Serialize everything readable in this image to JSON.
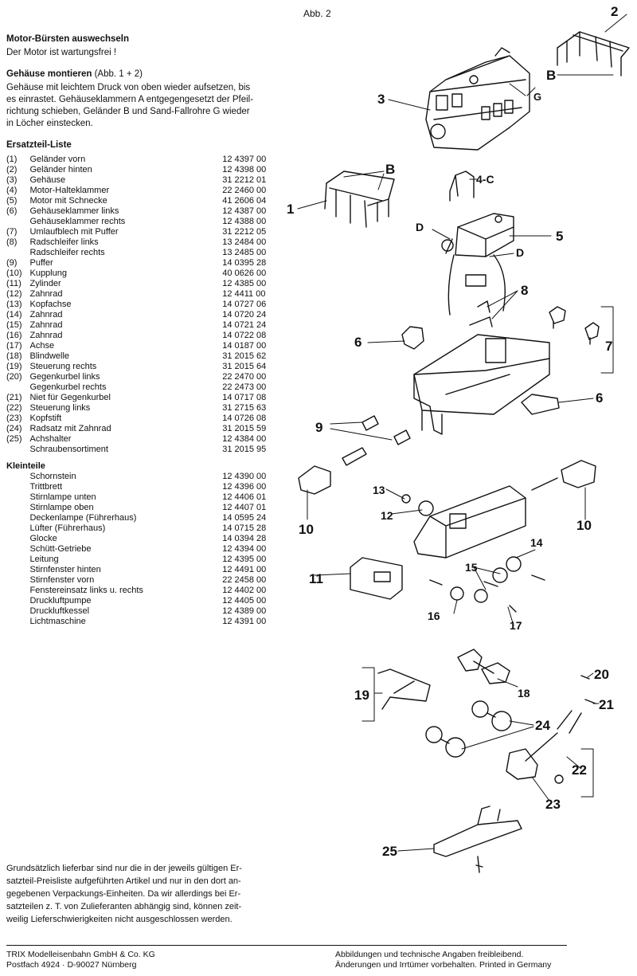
{
  "page": {
    "figure_label": "Abb. 2"
  },
  "sections": {
    "brushes": {
      "title": "Motor-Bürsten auswechseln",
      "text": "Der Motor ist wartungsfrei !"
    },
    "housing": {
      "title": "Gehäuse montieren",
      "title_suffix": " (Abb. 1 + 2)",
      "lines": [
        "Gehäuse mit leichtem Druck von oben wieder aufsetzen, bis",
        "es einrastet. Gehäuseklammern A entgegengesetzt der Pfeil-",
        "richtung schieben, Geländer B und Sand-Fallrohre G wieder",
        "in Löcher einstecken."
      ]
    },
    "parts": {
      "title": "Ersatzteil-Liste",
      "items": [
        {
          "num": "(1)",
          "name": "Geländer vorn",
          "code": "12 4397 00"
        },
        {
          "num": "(2)",
          "name": "Geländer hinten",
          "code": "12 4398 00"
        },
        {
          "num": "(3)",
          "name": "Gehäuse",
          "code": "31 2212 01"
        },
        {
          "num": "(4)",
          "name": "Motor-Halteklammer",
          "code": "22 2460 00"
        },
        {
          "num": "(5)",
          "name": "Motor mit Schnecke",
          "code": "41 2606 04"
        },
        {
          "num": "(6)",
          "name": "Gehäuseklammer links",
          "code": "12 4387 00"
        },
        {
          "num": "",
          "name": "Gehäuseklammer rechts",
          "code": "12 4388 00"
        },
        {
          "num": "(7)",
          "name": "Umlaufblech mit Puffer",
          "code": "31 2212 05"
        },
        {
          "num": "(8)",
          "name": "Radschleifer links",
          "code": "13 2484 00"
        },
        {
          "num": "",
          "name": "Radschleifer rechts",
          "code": "13 2485 00"
        },
        {
          "num": "(9)",
          "name": "Puffer",
          "code": "14 0395 28"
        },
        {
          "num": "(10)",
          "name": "Kupplung",
          "code": "40 0626 00"
        },
        {
          "num": "(11)",
          "name": "Zylinder",
          "code": "12 4385 00"
        },
        {
          "num": "(12)",
          "name": "Zahnrad",
          "code": "12 4411 00"
        },
        {
          "num": "(13)",
          "name": "Kopfachse",
          "code": "14 0727 06"
        },
        {
          "num": "(14)",
          "name": "Zahnrad",
          "code": "14 0720 24"
        },
        {
          "num": "(15)",
          "name": "Zahnrad",
          "code": "14 0721 24"
        },
        {
          "num": "(16)",
          "name": "Zahnrad",
          "code": "14 0722 08"
        },
        {
          "num": "(17)",
          "name": "Achse",
          "code": "14 0187 00"
        },
        {
          "num": "(18)",
          "name": "Blindwelle",
          "code": "31 2015 62"
        },
        {
          "num": "(19)",
          "name": "Steuerung rechts",
          "code": "31 2015 64"
        },
        {
          "num": "(20)",
          "name": "Gegenkurbel links",
          "code": "22 2470 00"
        },
        {
          "num": "",
          "name": "Gegenkurbel rechts",
          "code": "22 2473 00"
        },
        {
          "num": "(21)",
          "name": "Niet für Gegenkurbel",
          "code": "14 0717 08"
        },
        {
          "num": "(22)",
          "name": "Steuerung links",
          "code": "31 2715 63"
        },
        {
          "num": "(23)",
          "name": "Kopfstift",
          "code": "14 0726 08"
        },
        {
          "num": "(24)",
          "name": "Radsatz mit Zahnrad",
          "code": "31 2015 59"
        },
        {
          "num": "(25)",
          "name": "Achshalter",
          "code": "12 4384 00"
        },
        {
          "num": "",
          "name": "Schraubensortiment",
          "code": "31 2015 95"
        }
      ]
    },
    "small_parts": {
      "title": "Kleinteile",
      "items": [
        {
          "name": "Schornstein",
          "code": "12 4390 00"
        },
        {
          "name": "Trittbrett",
          "code": "12 4396 00"
        },
        {
          "name": "Stirnlampe unten",
          "code": "12 4406 01"
        },
        {
          "name": "Stirnlampe oben",
          "code": "12 4407 01"
        },
        {
          "name": "Deckenlampe (Führerhaus)",
          "code": "14 0595 24"
        },
        {
          "name": "Lüfter (Führerhaus)",
          "code": "14 0715 28"
        },
        {
          "name": "Glocke",
          "code": "14 0394 28"
        },
        {
          "name": "Schütt-Getriebe",
          "code": "12 4394 00"
        },
        {
          "name": "Leitung",
          "code": "12 4395 00"
        },
        {
          "name": "Stirnfenster hinten",
          "code": "12 4491 00"
        },
        {
          "name": "Stirnfenster vorn",
          "code": "22 2458 00"
        },
        {
          "name": "Fenstereinsatz links u. rechts",
          "code": "12 4402 00"
        },
        {
          "name": "Druckluftpumpe",
          "code": "12 4405 00"
        },
        {
          "name": "Druckluftkessel",
          "code": "12 4389 00"
        },
        {
          "name": "Lichtmaschine",
          "code": "12 4391 00"
        }
      ]
    },
    "notice": {
      "lines": [
        "Grundsätzlich lieferbar sind nur die in der jeweils gültigen Er-",
        "satzteil-Preisliste aufgeführten Artikel und nur in den dort an-",
        "gegebenen Verpackungs-Einheiten. Da wir allerdings bei Er-",
        "satzteilen z. T. von Zulieferanten abhängig sind, können zeit-",
        "weilig Lieferschwierigkeiten nicht ausgeschlossen werden."
      ]
    }
  },
  "diagram_labels": {
    "l1": "1",
    "l2": "2",
    "l3": "3",
    "l4c": "4-C",
    "l5": "5",
    "l6a": "6",
    "l6b": "6",
    "l7": "7",
    "l8": "8",
    "l9": "9",
    "l10a": "10",
    "l10b": "10",
    "l11": "11",
    "l12": "12",
    "l13": "13",
    "l14": "14",
    "l15": "15",
    "l16": "16",
    "l17": "17",
    "l18": "18",
    "l19": "19",
    "l20": "20",
    "l21": "21",
    "l22": "22",
    "l23": "23",
    "l24": "24",
    "l25": "25",
    "lB1": "B",
    "lB2": "B",
    "lG": "G",
    "lD1": "D",
    "lD2": "D"
  },
  "footer": {
    "company": "TRIX Modelleisenbahn GmbH & Co. KG",
    "address": "Postfach 4924 · D-90027 Nürnberg",
    "disclaimer1": "Abbildungen und technische Angaben freibleibend.",
    "disclaimer2": "Änderungen und Irrtümer vorbehalten. Printed in Germany"
  }
}
